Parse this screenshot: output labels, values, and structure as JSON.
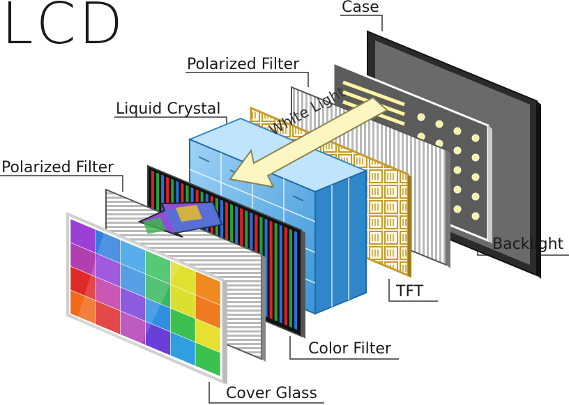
{
  "title": "LCD",
  "labels": {
    "case": "Case",
    "polarized_filter_back": "Polarized Filter",
    "liquid_crystal": "Liquid Crystal",
    "polarized_filter_front": "Polarized Filter",
    "backlight": "Backlight",
    "tft": "TFT",
    "color_filter": "Color Filter",
    "cover_glass": "Cover Glass"
  },
  "arrow_text": "White Light",
  "colors": {
    "line": "#333333",
    "case_frame": "#2b2b2b",
    "backlight": "#5c5c5c",
    "backlight_dot": "#f6f3a0",
    "tft_gold": "#c79a2a",
    "crystal_blue": "#4aa3e0",
    "arrow_fill": "#fbf6c2",
    "color_filter_red": "#e02020",
    "color_filter_green": "#1fa33a",
    "color_filter_blue": "#2a6fd8"
  }
}
